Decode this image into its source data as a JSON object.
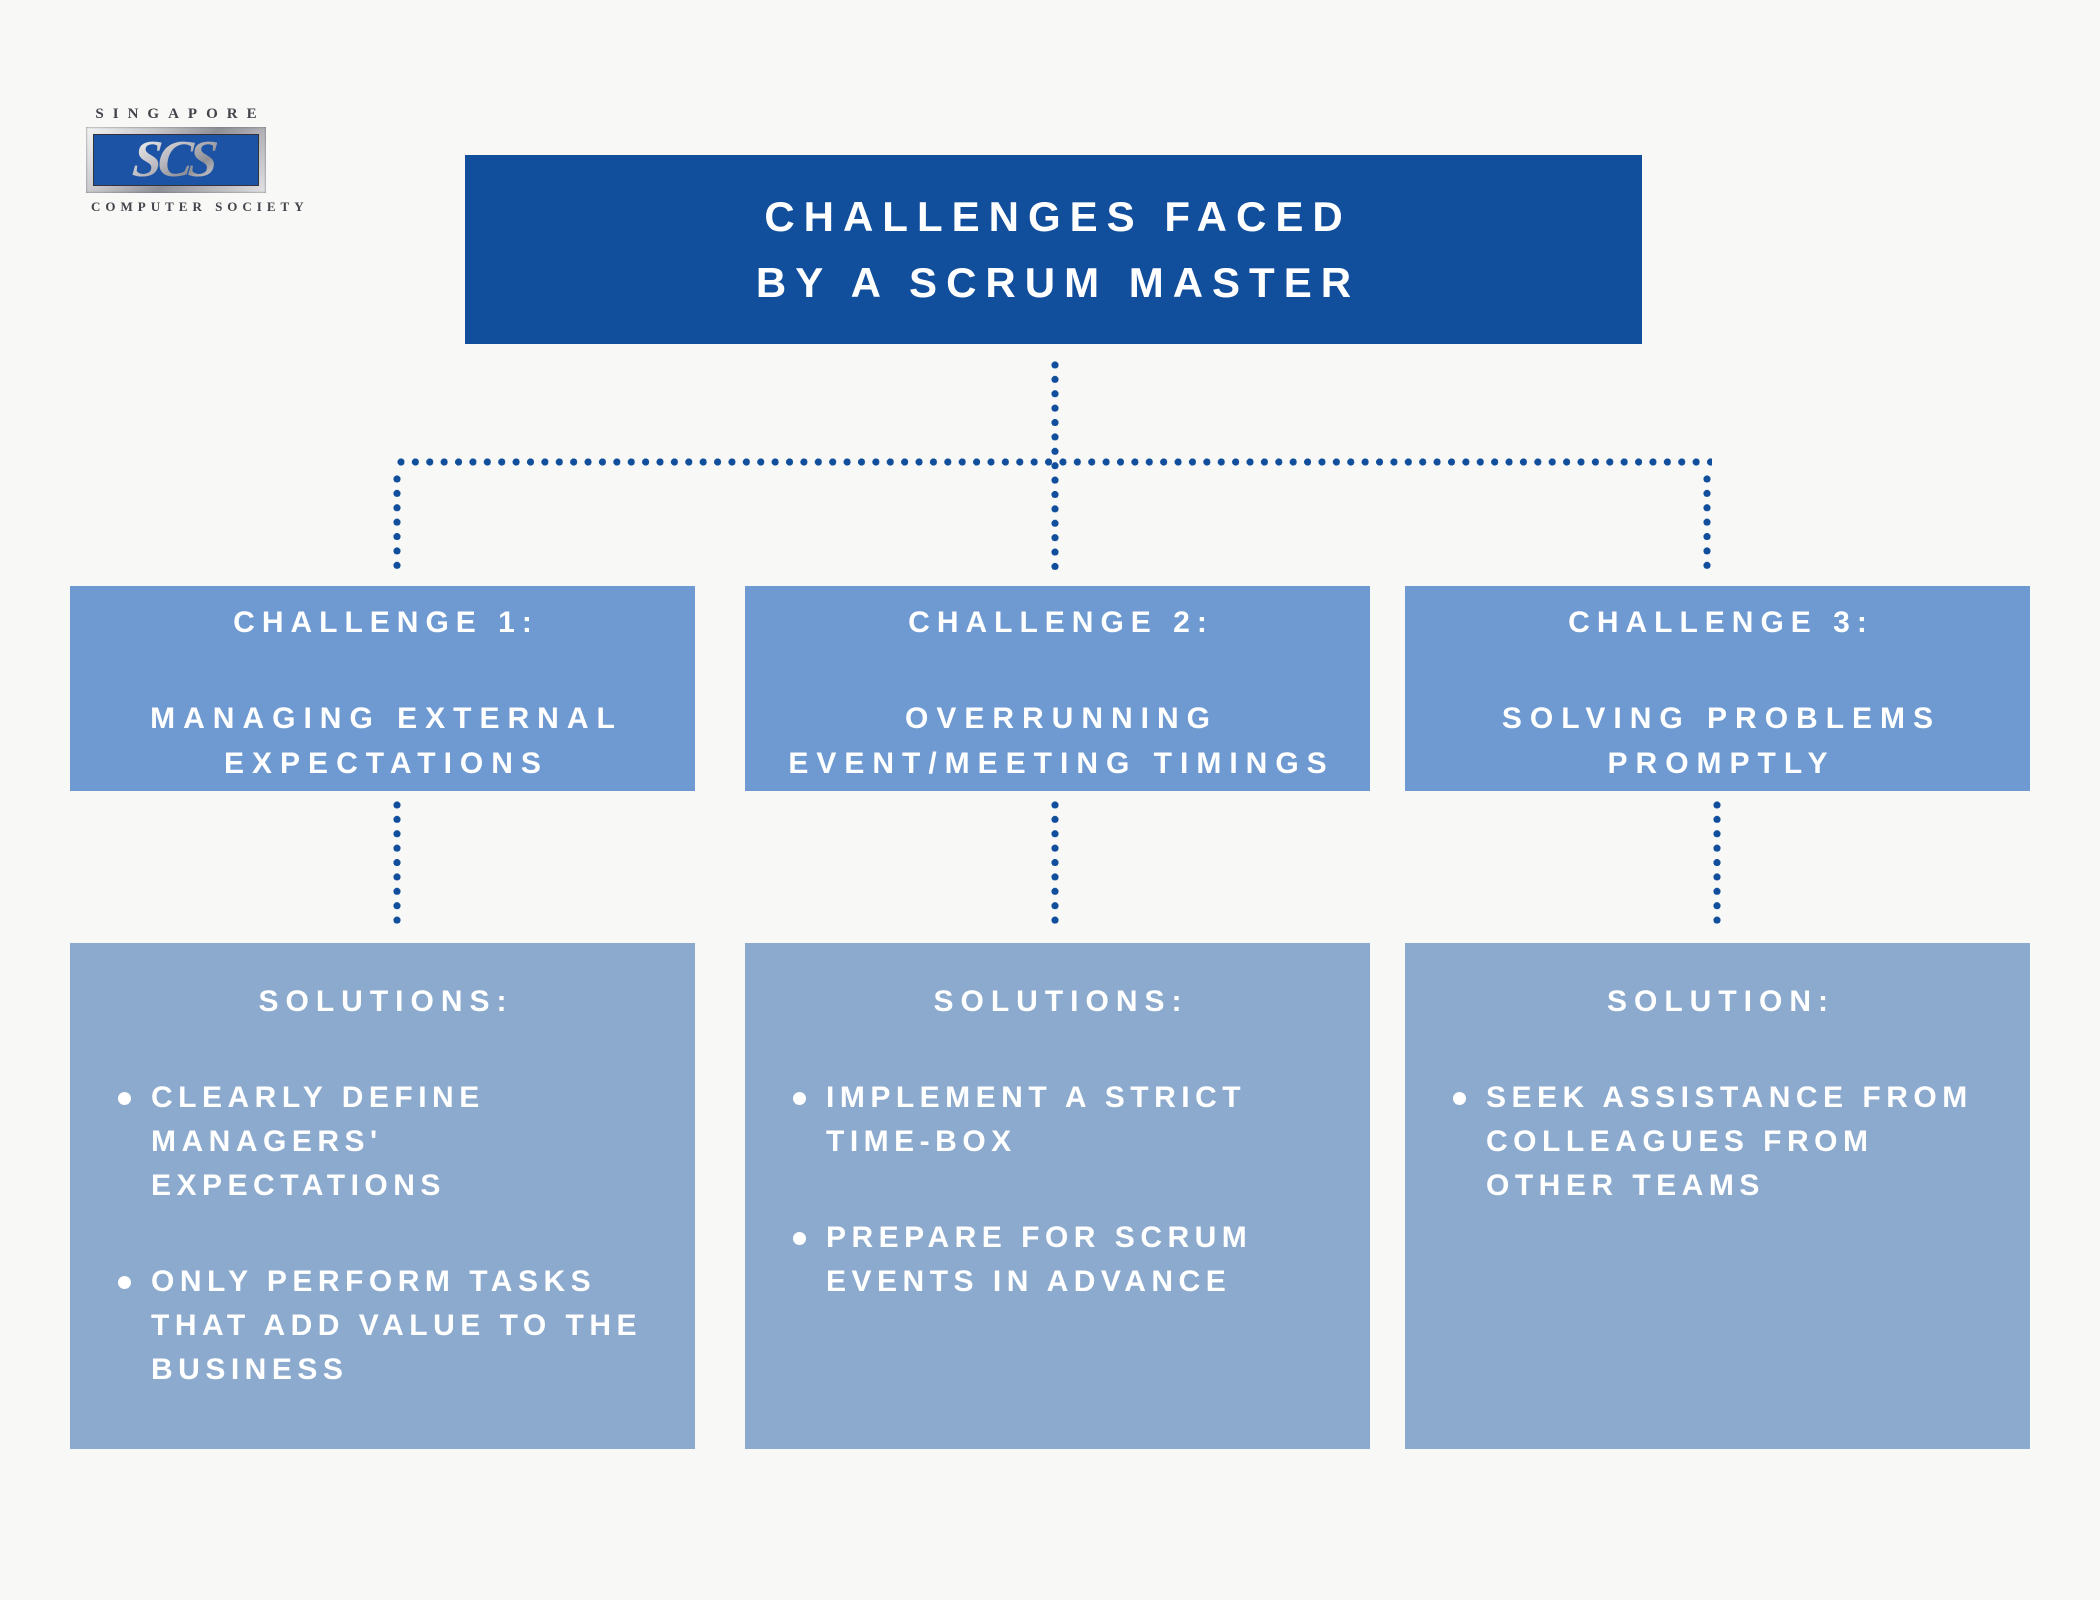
{
  "logo": {
    "top_text": "SINGAPORE",
    "monogram": "SCS",
    "bottom_text": "COMPUTER SOCIETY",
    "panel_color": "#1d53a5"
  },
  "title": {
    "lines": [
      "CHALLENGES FACED",
      "BY A SCRUM MASTER"
    ]
  },
  "columns": [
    {
      "challenge": {
        "heading": "CHALLENGE 1:",
        "lines": [
          "MANAGING EXTERNAL",
          "EXPECTATIONS"
        ]
      },
      "solution": {
        "heading": "SOLUTIONS:",
        "bullets": [
          {
            "lines": [
              "CLEARLY DEFINE",
              "MANAGERS'",
              "EXPECTATIONS"
            ]
          },
          {
            "lines": [
              "ONLY PERFORM TASKS",
              "THAT ADD VALUE TO THE",
              "BUSINESS"
            ]
          }
        ]
      }
    },
    {
      "challenge": {
        "heading": "CHALLENGE 2:",
        "lines": [
          "OVERRUNNING",
          "EVENT/MEETING TIMINGS"
        ]
      },
      "solution": {
        "heading": "SOLUTIONS:",
        "bullets": [
          {
            "lines": [
              "IMPLEMENT A STRICT",
              "TIME-BOX"
            ]
          },
          {
            "lines": [
              "PREPARE FOR SCRUM",
              "EVENTS IN ADVANCE"
            ]
          }
        ]
      }
    },
    {
      "challenge": {
        "heading": "CHALLENGE 3:",
        "lines": [
          "SOLVING PROBLEMS",
          "PROMPTLY"
        ]
      },
      "solution": {
        "heading": "SOLUTION:",
        "bullets": [
          {
            "lines": [
              "SEEK ASSISTANCE FROM",
              "COLLEAGUES FROM",
              "OTHER TEAMS"
            ]
          }
        ]
      }
    }
  ],
  "colors": {
    "background": "#f8f8f6",
    "title_bar": "#114e9c",
    "challenge_box": "#6e9ad1",
    "solution_box": "#8caacd",
    "connector_dot": "#114e9c",
    "text_on_blue": "#ffffff"
  }
}
